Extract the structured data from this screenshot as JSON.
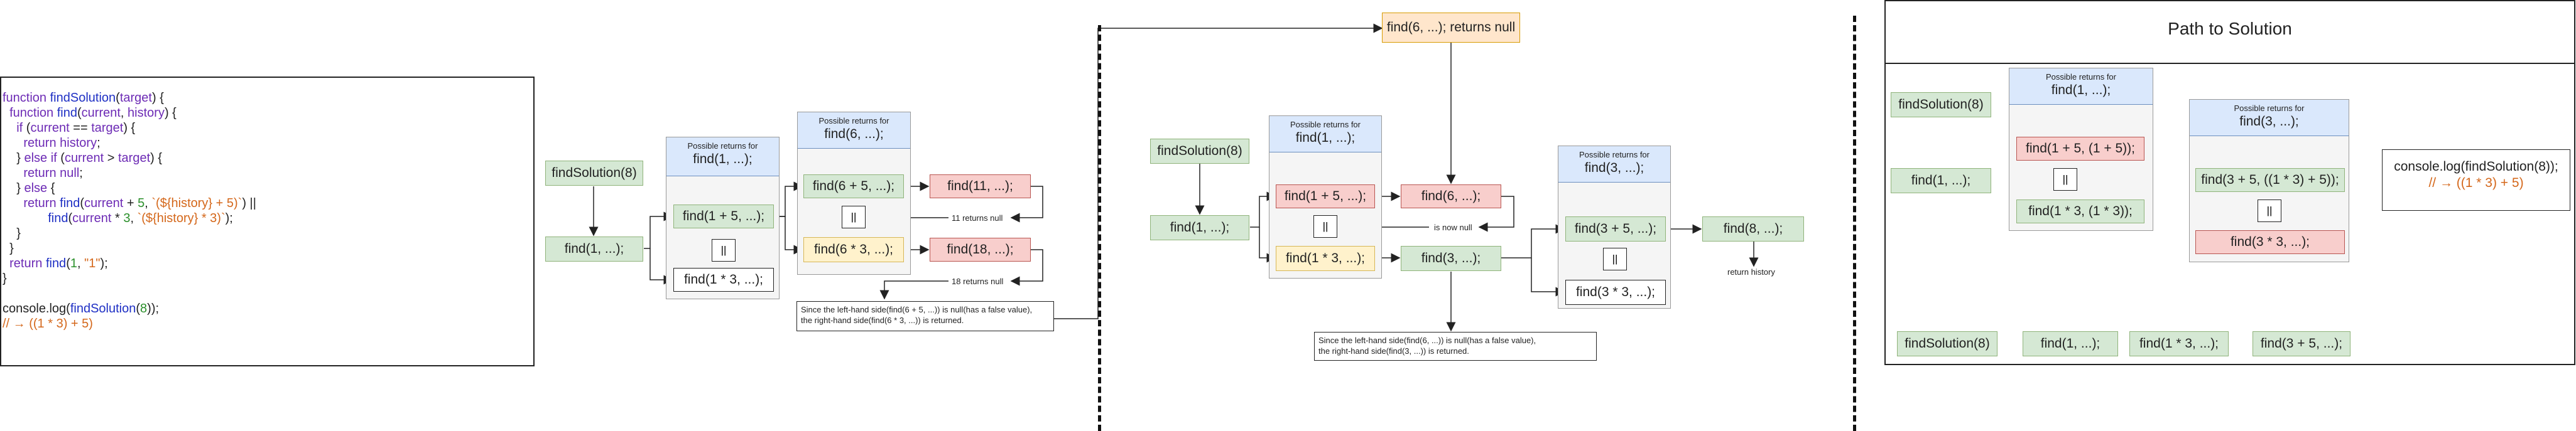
{
  "code": {
    "lines": [
      "function findSolution(target) {",
      "  function find(current, history) {",
      "    if (current == target) {",
      "      return history;",
      "    } else if (current > target) {",
      "      return null;",
      "    } else {",
      "      return find(current + 5, `(${history} + 5)`) ||",
      "             find(current * 3, `(${history} * 3)`);",
      "    }",
      "  }",
      "  return find(1, \"1\");",
      "}",
      "",
      "console.log(findSolution(8));",
      "// → ((1 * 3) + 5)"
    ]
  },
  "diagram1": {
    "root": "findSolution(8)",
    "call": "find(1, ...);",
    "group1_head_small": "Possible returns for",
    "group1_head_big": "find(1, ...);",
    "g1_plus": "find(1 + 5, ...);",
    "g1_or": "||",
    "g1_times": "find(1 * 3, ...);",
    "group2_head_small": "Possible returns for",
    "group2_head_big": "find(6, ...);",
    "g2_plus": "find(6 + 5, ...);",
    "g2_or": "||",
    "g2_times": "find(6 * 3, ...);",
    "r1": "find(11, ...);",
    "r2": "find(18, ...);",
    "n1": "11 returns null",
    "n2": "18 returns null",
    "expl1": "Since the left-hand side(find(6 + 5, ...)) is null(has a false value),",
    "expl2": "the right-hand side(find(6 * 3, ...)) is returned."
  },
  "diagram2": {
    "top": "find(6, ...); returns null",
    "root": "findSolution(8)",
    "call": "find(1, ...);",
    "group1_head_small": "Possible returns for",
    "group1_head_big": "find(1, ...);",
    "g1_plus": "find(1 + 5, ...);",
    "g1_or": "||",
    "g1_times": "find(1 * 3, ...);",
    "find6": "find(6, ...);",
    "find3": "find(3, ...);",
    "now_null": "is now null",
    "group2_head_small": "Possible returns for",
    "group2_head_big": "find(3, ...);",
    "g2_plus": "find(3 + 5, ...);",
    "g2_or": "||",
    "g2_times": "find(3 * 3, ...);",
    "find8": "find(8, ...);",
    "ret_hist": "return history",
    "expl1": "Since the left-hand side(find(6, ...)) is null(has a false value),",
    "expl2": "the right-hand side(find(3, ...)) is returned."
  },
  "diagram3": {
    "title": "Path to Solution",
    "root": "findSolution(8)",
    "call": "find(1, ...);",
    "group1_head_small": "Possible returns for",
    "group1_head_big": "find(1, ...);",
    "g1_plus": "find(1 + 5, (1 + 5));",
    "g1_or": "||",
    "g1_times": "find(1 * 3, (1 * 3));",
    "group2_head_small": "Possible returns for",
    "group2_head_big": "find(3, ...);",
    "g2_plus": "find(3 + 5, ((1 * 3) + 5));",
    "g2_or": "||",
    "g2_times": "find(3 * 3, ...);",
    "console1": "console.log(findSolution(8));",
    "console2": "// → ((1 * 3) + 5)",
    "path": [
      "findSolution(8)",
      "find(1, ...);",
      "find(1 * 3, ...);",
      "find(3 + 5, ...);"
    ]
  },
  "colors": {
    "green": "#d5e8d4",
    "red": "#f8cecc",
    "yellow": "#fff2cc",
    "orange": "#ffe6cc",
    "blue": "#dae8fc",
    "keyword": "#6d2bb5",
    "function": "#1e2fc4",
    "string": "#d4671a"
  }
}
